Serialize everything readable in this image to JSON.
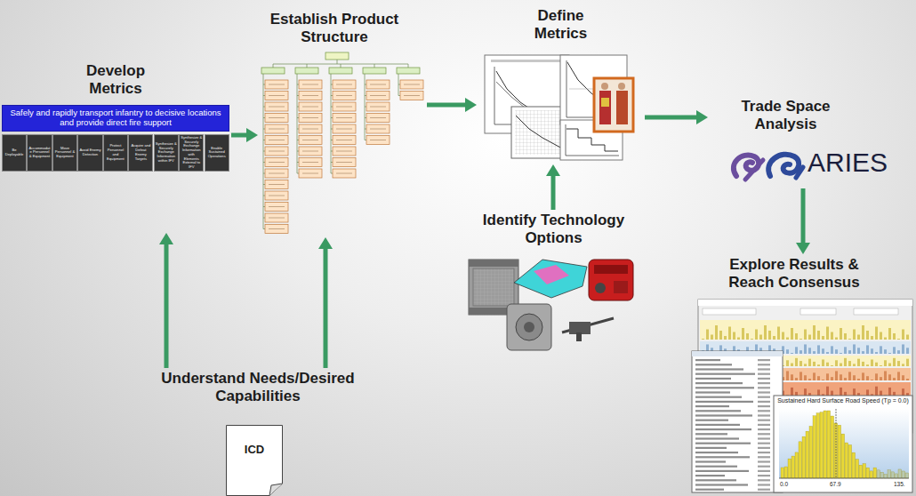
{
  "diagram": {
    "nodes": [
      {
        "text": [
          "Develop Metrics"
        ]
      },
      {
        "text": [
          "Safely and rapidly transport infantry to decisive locations and provide direct fire support"
        ],
        "in": 0
      },
      {
        "text": [
          "Be Deployable"
        ],
        "in": 0
      },
      {
        "text": [
          "Accommodate Personnel & Equipment"
        ],
        "in": 0
      },
      {
        "text": [
          "Move Personnel & Equipment"
        ],
        "in": 0
      },
      {
        "text": [
          "Avoid Enemy Detection"
        ],
        "in": 0
      },
      {
        "text": [
          "Protect Personnel and Equipment"
        ],
        "in": 0
      },
      {
        "text": [
          "Acquire and Defeat Enemy Targets"
        ],
        "in": 0
      },
      {
        "text": [
          "Synthesize & Securely Exchange Information within IFV"
        ],
        "in": 0
      },
      {
        "text": [
          "Synthesize & Securely Exchange Information with Elements External to IFV"
        ],
        "in": 0
      },
      {
        "text": [
          "Enable Sustained Operations"
        ],
        "in": 0
      },
      {
        "text": [
          "Establish Product Structure"
        ]
      },
      {
        "text": [
          "Define Metrics"
        ]
      },
      {
        "text": [
          "Identify Technology Options"
        ]
      },
      {
        "text": [
          "Trade Space Analysis",
          "ARIES"
        ]
      },
      {
        "text": [
          "Explore Results & Reach Consensus"
        ]
      },
      {
        "text": [
          "Understand Needs/Desired Capabilities"
        ]
      },
      {
        "text": [
          "ICD"
        ]
      }
    ],
    "edges": [
      {
        "from": 0,
        "to": 11,
        "arrow": "to"
      },
      {
        "from": 11,
        "to": 12,
        "arrow": "to"
      },
      {
        "from": 12,
        "to": 14,
        "arrow": "to"
      },
      {
        "from": 14,
        "to": 15,
        "arrow": "to"
      },
      {
        "from": 13,
        "to": 12,
        "arrow": "to"
      },
      {
        "from": 16,
        "to": 0,
        "arrow": "to"
      },
      {
        "from": 16,
        "to": 11,
        "arrow": "to"
      }
    ],
    "labels": [
      "Sustained Hard Surface Road Speed (Tp = 0.0)",
      "0.0",
      "67.9",
      "135."
    ]
  }
}
